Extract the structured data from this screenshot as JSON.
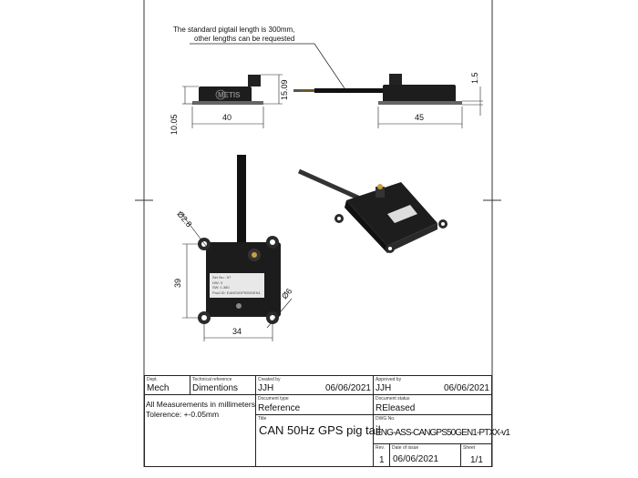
{
  "annotation": {
    "line1": "The standard pigtail length is 300mm,",
    "line2": "other lengths can be requested"
  },
  "dimensions": {
    "side_height": "10.05",
    "side_width_left": "40",
    "side_total_height": "15.09",
    "side_width_right": "45",
    "base_thickness": "1.5",
    "hole_diameter": "Ø2.8",
    "front_height": "39",
    "front_width": "34",
    "boss_diameter": "Ø6"
  },
  "device": {
    "logo": "METIS",
    "label_lines": [
      "Ser No.: 57",
      "HW: 3",
      "SW: 1.380",
      "Prod ID: EANS3GPS50GEN1"
    ]
  },
  "title_block": {
    "dept_label": "Dept.",
    "dept": "Mech",
    "tech_ref_label": "Technical reference",
    "tech_ref": "Dimentions",
    "created_label": "Created by",
    "created_by": "JJH",
    "created_date": "06/06/2021",
    "approved_label": "Approved by",
    "approved_by": "JJH",
    "approved_date": "06/06/2021",
    "notes_line1": "All Measurements in millimeters",
    "notes_line2": "Tolerence: +-0.05mm",
    "doc_type_label": "Document type",
    "doc_type": "Reference",
    "doc_status_label": "Document status",
    "doc_status": "REleased",
    "title_label": "Title",
    "title": "CAN 50Hz GPS pig tail",
    "dwg_label": "DWG No.",
    "dwg_no": "ENG-ASS-CANGPS50GEN1-PTXX-v1",
    "rev_label": "Rev.",
    "rev": "1",
    "issue_label": "Date of issue",
    "issue_date": "06/06/2021",
    "sheet_label": "Sheet",
    "sheet": "1/1"
  }
}
